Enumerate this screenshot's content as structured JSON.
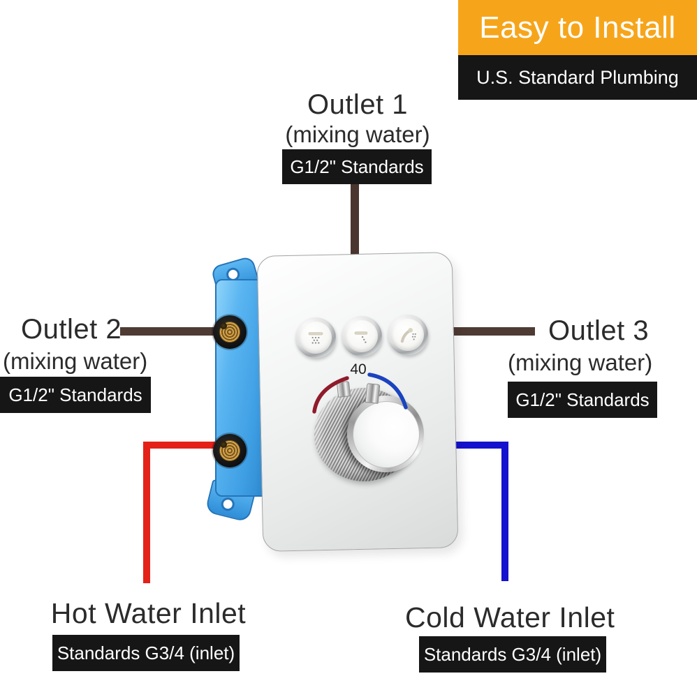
{
  "banner": {
    "headline": "Easy to Install",
    "subheadline": "U.S. Standard Plumbing"
  },
  "outlet1": {
    "title": "Outlet 1",
    "subtitle": "(mixing water)",
    "standard": "G1/2\" Standards"
  },
  "outlet2": {
    "title": "Outlet 2",
    "subtitle": "(mixing water)",
    "standard": "G1/2\" Standards"
  },
  "outlet3": {
    "title": "Outlet 3",
    "subtitle": "(mixing water)",
    "standard": "G1/2\" Standards"
  },
  "hot_inlet": {
    "title": "Hot Water Inlet",
    "standard": "Standards G3/4 (inlet)"
  },
  "cold_inlet": {
    "title": "Cold Water Inlet",
    "standard": "Standards G3/4 (inlet)"
  },
  "valve": {
    "temperature": "40",
    "buttons": [
      "rain-shower",
      "waterfall-spout",
      "hand-shower"
    ]
  },
  "colors": {
    "accent_yellow": "#F6A51B",
    "label_bg": "#161616",
    "hot_red": "#E32119",
    "cold_blue": "#1512CE",
    "pipe_brown": "#4E3B33",
    "body_blue": "#4FB0EF"
  }
}
